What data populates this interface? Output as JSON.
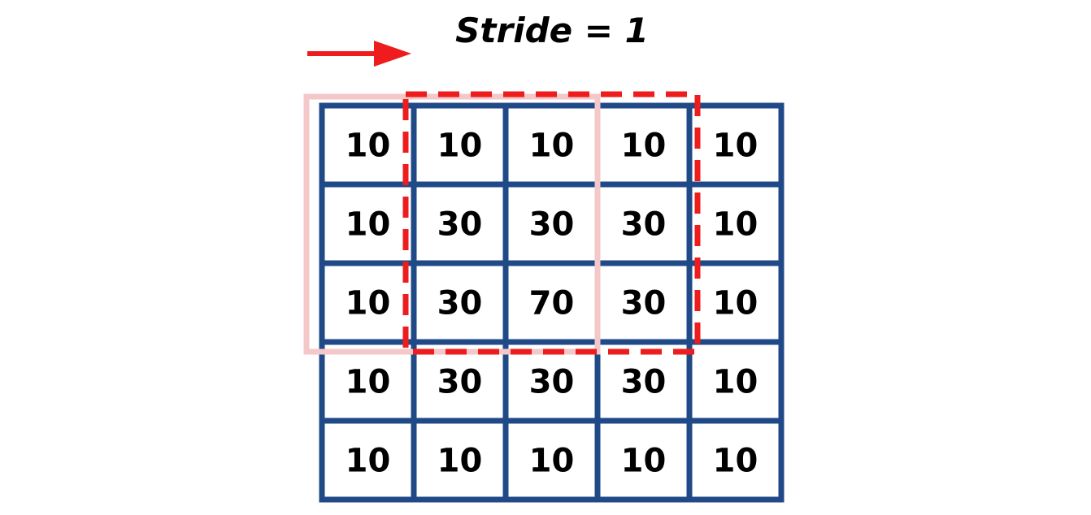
{
  "title": "Stride = 1",
  "grid": [
    [
      "10",
      "10",
      "10",
      "10",
      "10"
    ],
    [
      "10",
      "30",
      "30",
      "30",
      "10"
    ],
    [
      "10",
      "30",
      "70",
      "30",
      "10"
    ],
    [
      "10",
      "30",
      "30",
      "30",
      "10"
    ],
    [
      "10",
      "10",
      "10",
      "10",
      "10"
    ]
  ],
  "colors": {
    "grid_border": "#204a87",
    "previous_window": "#f4c7c9",
    "current_window": "#ee1c1c",
    "arrow": "#ee1c1c",
    "text": "#000000"
  }
}
